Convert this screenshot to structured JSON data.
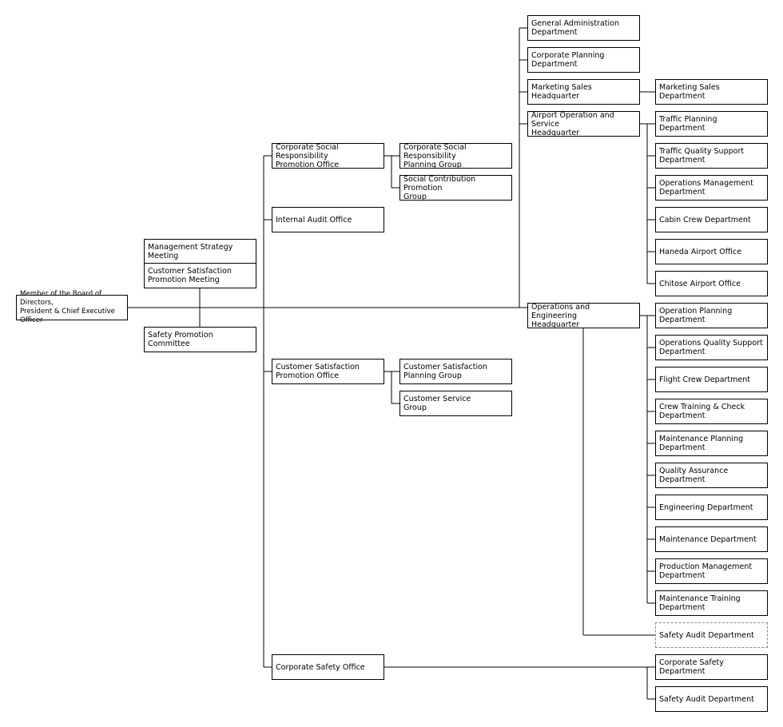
{
  "org": {
    "ceo": "Member of the Board of Directors,\nPresident & Chief Executive Officer",
    "mgmt_strategy": "Management Strategy Meeting",
    "cs_meeting": "Customer Satisfaction\nPromotion Meeting",
    "safety_committee": "Safety Promotion Committee",
    "csr_office": "Corporate Social Responsibility\nPromotion Office",
    "csr_planning": "Corporate Social Responsibility\nPlanning Group",
    "social_contribution": "Social Contribution Promotion\nGroup",
    "internal_audit": "Internal Audit Office",
    "cs_office": "Customer Satisfaction\nPromotion Office",
    "cs_planning": "Customer Satisfaction\nPlanning Group",
    "customer_service": "Customer Service\nGroup",
    "corp_safety_office": "Corporate Safety Office",
    "general_admin": "General Administration\nDepartment",
    "corp_planning": "Corporate Planning\nDepartment",
    "marketing_hq": "Marketing Sales Headquarter",
    "marketing_dept": "Marketing Sales Department",
    "airport_hq": "Airport Operation and Service\nHeadquarter",
    "traffic_planning": "Traffic Planning Department",
    "traffic_quality": "Traffic Quality Support\nDepartment",
    "ops_mgmt": "Operations Management\nDepartment",
    "cabin_crew": "Cabin Crew Department",
    "haneda": "Haneda Airport Office",
    "chitose": "Chitose Airport Office",
    "ops_eng_hq": "Operations and Engineering\nHeadquarter",
    "op_planning": "Operation Planning\nDepartment",
    "ops_quality": "Operations Quality Support\nDepartment",
    "flight_crew": "Flight Crew Department",
    "crew_training": "Crew Training & Check\nDepartment",
    "maint_planning": "Maintenance Planning\nDepartment",
    "quality_assurance": "Quality Assurance Department",
    "engineering": "Engineering Department",
    "maintenance": "Maintenance Department",
    "production_mgmt": "Production Management\nDepartment",
    "maint_training": "Maintenance Training\nDepartment",
    "safety_audit_1": "Safety Audit Department",
    "corp_safety_dept": "Corporate Safety Department",
    "safety_audit_2": "Safety Audit Department"
  }
}
